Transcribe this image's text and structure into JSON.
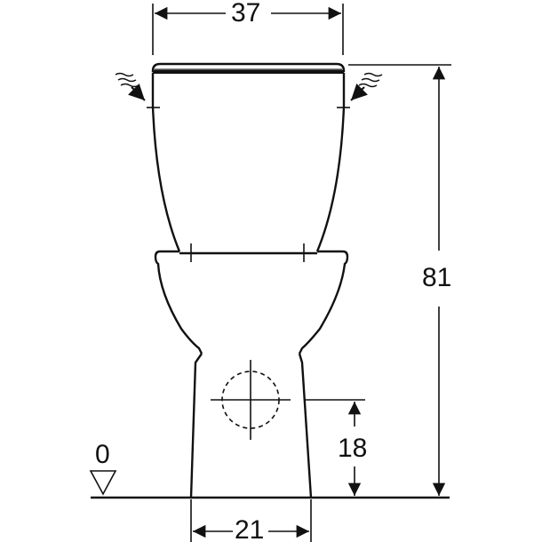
{
  "diagram": {
    "subject": "Close-coupled toilet with cistern, technical dimension drawing",
    "units_implied": "cm",
    "colors": {
      "line": "#111111",
      "background": "#ffffff"
    },
    "dimensions": {
      "width_top": "37",
      "height_total": "81",
      "outlet_height": "18",
      "base_width": "21",
      "floor_level": "0"
    },
    "symbols": {
      "water_inlet_left": "wavy-arrow water inlet",
      "water_inlet_right": "wavy-arrow water inlet",
      "outlet": "dashed circle with crosshair (outlet position)",
      "floor_marker": "triangle level marker"
    }
  }
}
